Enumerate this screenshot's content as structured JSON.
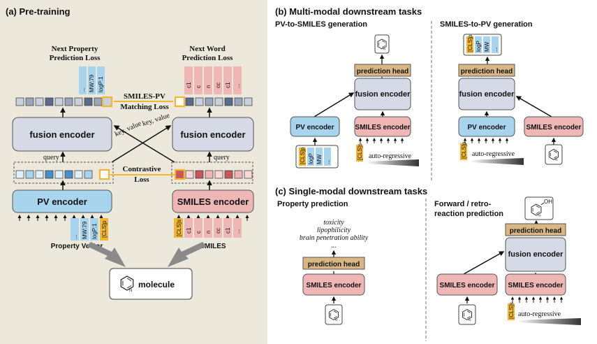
{
  "pretraining": {
    "title": "(a) Pre-training",
    "next_property_loss": [
      "Next Property",
      "Prediction Loss"
    ],
    "next_word_loss": [
      "Next Word",
      "Prediction Loss"
    ],
    "matching_loss": [
      "SMILES-PV",
      "Matching Loss"
    ],
    "contrastive_loss": [
      "Contrastive",
      "Loss"
    ],
    "fusion_encoder": "fusion encoder",
    "pv_encoder": "PV encoder",
    "smiles_encoder": "SMILES encoder",
    "key_value": "key, value",
    "query": "query",
    "property_vector": "Property Vector",
    "smiles": "SMILES",
    "molecule": "molecule",
    "pv_tokens": [
      "...",
      "MW:79",
      "logP:1",
      "[CLS]p"
    ],
    "smiles_tokens": [
      "[CLS]s",
      "c1",
      "c",
      "n",
      "cc",
      "c1",
      "..."
    ],
    "pred_pv_tokens": [
      "...",
      "MW:79",
      "logP:1"
    ],
    "pred_smiles_tokens": [
      "c1",
      "c",
      "n",
      "cc",
      "c1",
      "..."
    ]
  },
  "multimodal": {
    "title": "(b) Multi-modal downstream tasks",
    "pv2smiles_title": "PV-to-SMILES generation",
    "smiles2pv_title": "SMILES-to-PV generation",
    "prediction_head": "prediction head",
    "fusion_encoder": "fusion encoder",
    "pv_encoder": "PV encoder",
    "smiles_encoder": "SMILES encoder",
    "auto_regressive": "auto-regressive",
    "cls_s": "[CLS]s",
    "cls_p": "[CLS]p",
    "pv_input_tokens": [
      "[CLS]p",
      "logP",
      "MW",
      "..."
    ],
    "pv_output_tokens": [
      "[CLS]p",
      "logP",
      "MW",
      "..."
    ]
  },
  "singlemodal": {
    "title": "(c) Single-modal downstream tasks",
    "property_title": "Property prediction",
    "reaction_title": [
      "Forward / retro-",
      "reaction prediction"
    ],
    "property_list": [
      "toxicity",
      "lipophilicity",
      "brain penetration ability",
      "..."
    ],
    "prediction_head": "prediction head",
    "fusion_encoder": "fusion encoder",
    "smiles_encoder": "SMILES encoder",
    "auto_regressive": "auto-regressive",
    "cls_s": "[CLS]s",
    "oh_label": "OH"
  },
  "colors": {
    "panel_bg": "#ece8dc",
    "pv_blue": "#a9d4ee",
    "smiles_pink": "#eeb7b5",
    "fusion_gray": "#d6d9e6",
    "pred_head": "#d9b784",
    "cls_yellow": "#f2b630",
    "token_dark": "#5b6b8c",
    "token_red": "#c7575a"
  }
}
